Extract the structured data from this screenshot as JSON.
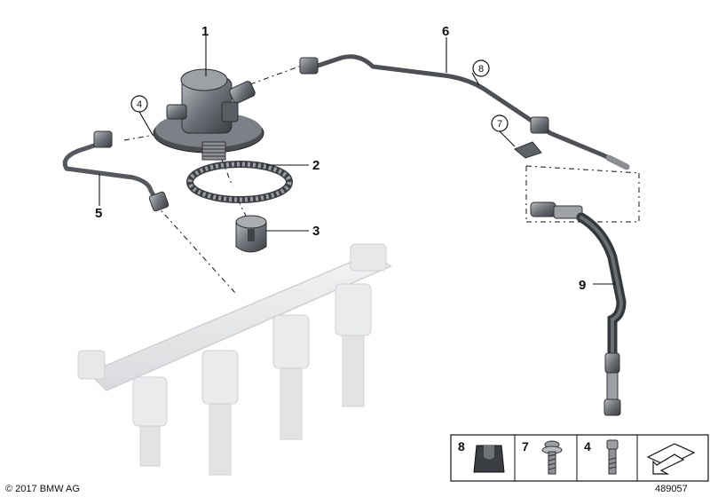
{
  "callouts": {
    "c1": "1",
    "c2": "2",
    "c3": "3",
    "c4": "4",
    "c5": "5",
    "c6": "6",
    "c7": "7",
    "c8": "8",
    "c9": "9"
  },
  "legend": {
    "items": [
      "8",
      "7",
      "4"
    ]
  },
  "footer": {
    "copyright": "© 2017 BMW AG",
    "diagram_number": "489057"
  }
}
